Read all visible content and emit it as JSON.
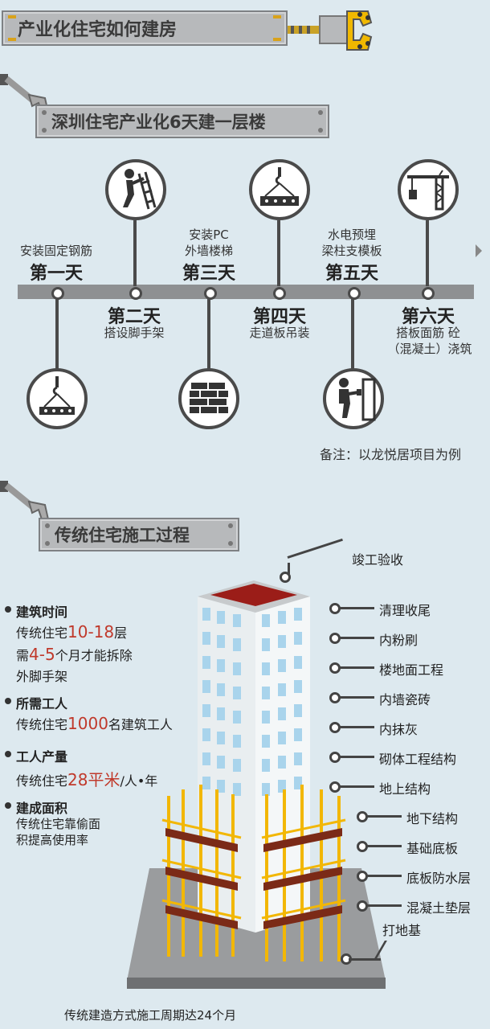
{
  "header": {
    "title": "产业化住宅如何建房"
  },
  "section1": {
    "title": "深圳住宅产业化6天建一层楼",
    "days": [
      {
        "title": "第一天",
        "desc": [
          "安装固定钢筋"
        ],
        "icon": "crane-hook-panel-icon"
      },
      {
        "title": "第二天",
        "desc": [
          "搭设脚手架"
        ],
        "icon": "worker-ladder-icon"
      },
      {
        "title": "第三天",
        "desc": [
          "安装PC",
          "外墙楼梯"
        ],
        "icon": "brick-wall-icon"
      },
      {
        "title": "第四天",
        "desc": [
          "走道板吊装"
        ],
        "icon": "crane-hook-slab-icon"
      },
      {
        "title": "第五天",
        "desc": [
          "水电预埋",
          "梁柱支模板"
        ],
        "icon": "worker-drill-icon"
      },
      {
        "title": "第六天",
        "desc": [
          "搭板面筋 砼",
          "（混凝土）浇筑"
        ],
        "icon": "tower-crane-icon"
      }
    ],
    "note": "备注：以龙悦居项目为例"
  },
  "section2": {
    "title": "传统住宅施工过程",
    "facts": {
      "time": {
        "heading": "建筑时间",
        "l1_pre": "传统住宅",
        "l1_hl": "10-18",
        "l1_post": "层",
        "l2_pre": "需",
        "l2_hl": "4-5",
        "l2_post": "个月才能拆除",
        "l3": "外脚手架"
      },
      "workers": {
        "heading": "所需工人",
        "pre": "传统住宅",
        "hl": "1000",
        "post": "名建筑工人"
      },
      "output": {
        "heading": "工人产量",
        "pre": "传统住宅",
        "hl": "28平米",
        "post": "/人•年"
      },
      "area": {
        "heading": "建成面积",
        "l1": "传统住宅靠偷面",
        "l2": "积提高使用率"
      }
    },
    "stages": {
      "top": "竣工验收",
      "right": [
        "清理收尾",
        "内粉刷",
        "楼地面工程",
        "内墙瓷砖",
        "内抹灰",
        "砌体工程结构",
        "地上结构",
        "地下结构",
        "基础底板",
        "底板防水层",
        "混凝土垫层"
      ],
      "bottom": "打地基"
    },
    "footer": "传统建造方式施工周期达24个月"
  }
}
